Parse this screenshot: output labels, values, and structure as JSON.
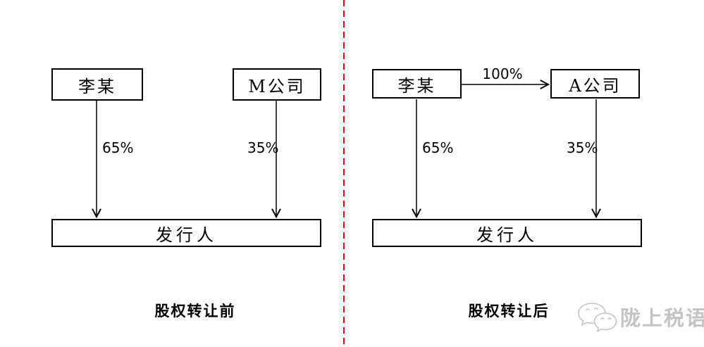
{
  "before": {
    "caption": "股权转让前",
    "nodes": {
      "holder": "李某",
      "company": "M公司",
      "issuer": "发行人"
    },
    "edges": {
      "holder_to_issuer": "65%",
      "company_to_issuer": "35%"
    }
  },
  "after": {
    "caption": "股权转让后",
    "nodes": {
      "holder": "李某",
      "company": "A公司",
      "issuer": "发行人"
    },
    "edges": {
      "holder_to_company": "100%",
      "holder_to_issuer": "65%",
      "company_to_issuer": "35%"
    }
  },
  "divider": {
    "color": "#e60012",
    "style": "dashed-vertical"
  },
  "watermark": {
    "icon": "wechat-bubbles-icon",
    "text": "陇上税语",
    "color": "#c4c4c4"
  },
  "colors": {
    "line": "#000000",
    "background": "#ffffff"
  }
}
